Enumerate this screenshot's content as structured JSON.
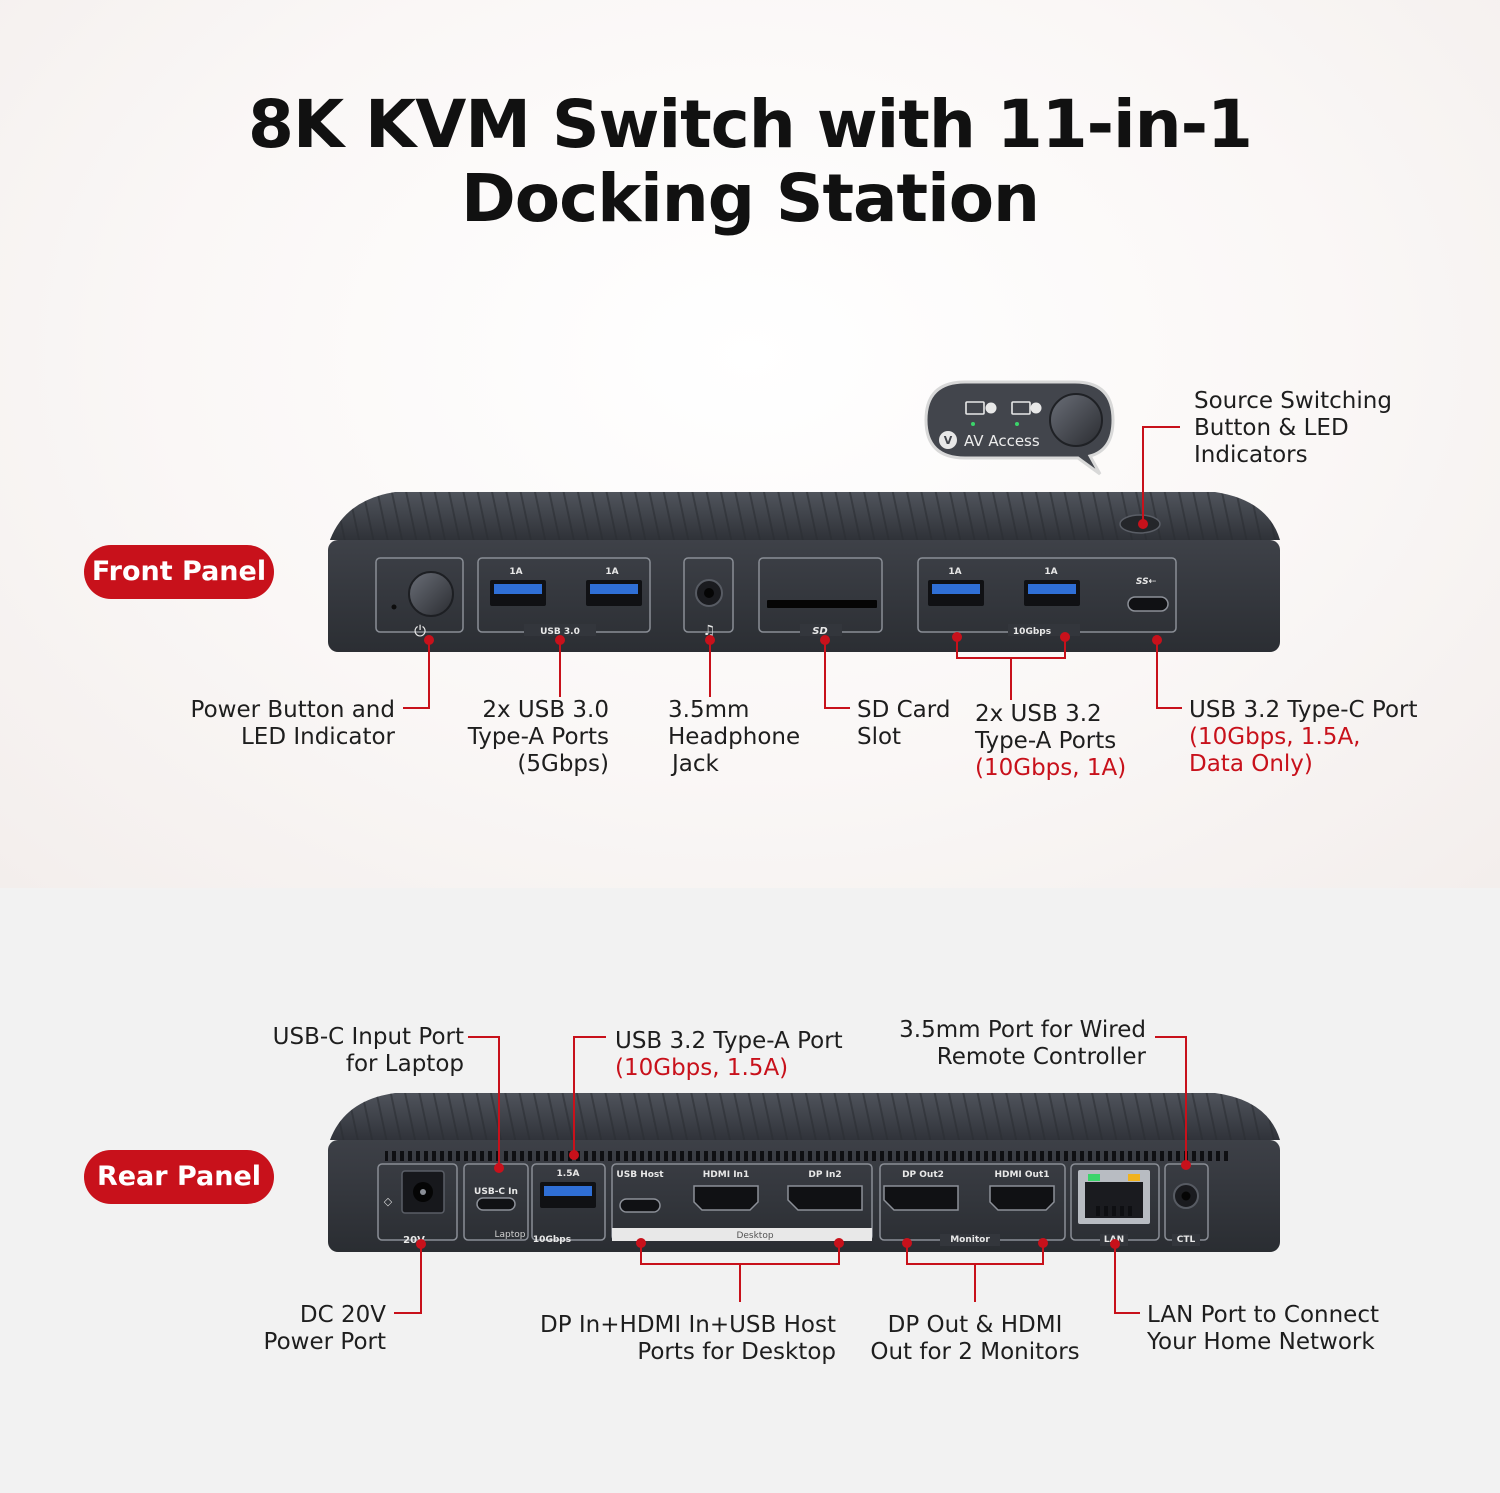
{
  "title": {
    "line1": "8K KVM Switch with 11-in-1",
    "line2": "Docking Station"
  },
  "brand": "AV Access",
  "colors": {
    "accent": "#c8111b",
    "device": "#3c3f46",
    "port_blue": "#2f6fd6"
  },
  "front": {
    "badge": "Front Panel",
    "device_marks": {
      "usb_current": "1A",
      "usb30": "USB 3.0",
      "usb10g": "10Gbps",
      "sd": "SD"
    },
    "labels": {
      "source": [
        "Source Switching",
        "Button & LED",
        "Indicators"
      ],
      "power": [
        "Power Button and",
        "LED Indicator"
      ],
      "usb30": [
        "2x USB 3.0",
        "Type-A Ports",
        "(5Gbps)"
      ],
      "headphone": [
        "3.5mm",
        "Headphone",
        "Jack"
      ],
      "sd": [
        "SD Card",
        "Slot"
      ],
      "usb32": {
        "lines": [
          "2x USB 3.2",
          "Type-A Ports"
        ],
        "spec": "(10Gbps, 1A)"
      },
      "usbc": {
        "lines": [
          "USB 3.2 Type-C Port"
        ],
        "spec": [
          "(10Gbps, 1.5A,",
          "Data Only)"
        ]
      }
    }
  },
  "rear": {
    "badge": "Rear Panel",
    "device_marks": {
      "dc": "20V",
      "usbc_in": "USB-C In",
      "laptop": "Laptop",
      "usb_current": "1.5A",
      "usb10g": "10Gbps",
      "usb_host": "USB Host",
      "hdmi_in1": "HDMI In1",
      "dp_in2": "DP In2",
      "desktop": "Desktop",
      "dp_out2": "DP Out2",
      "hdmi_out1": "HDMI Out1",
      "monitor": "Monitor",
      "lan": "LAN",
      "ctl": "CTL"
    },
    "labels": {
      "usbc_in": [
        "USB-C Input Port",
        "for Laptop"
      ],
      "usb_a": {
        "lines": [
          "USB 3.2 Type-A Port"
        ],
        "spec": "(10Gbps, 1.5A)"
      },
      "remote": [
        "3.5mm Port for Wired",
        "Remote Controller"
      ],
      "dc": [
        "DC 20V",
        "Power Port"
      ],
      "desktop": [
        "DP In+HDMI In+USB Host",
        "Ports for Desktop"
      ],
      "monitors": [
        "DP Out & HDMI",
        "Out for 2 Monitors"
      ],
      "lan": [
        "LAN Port to Connect",
        "Your Home Network"
      ]
    }
  }
}
